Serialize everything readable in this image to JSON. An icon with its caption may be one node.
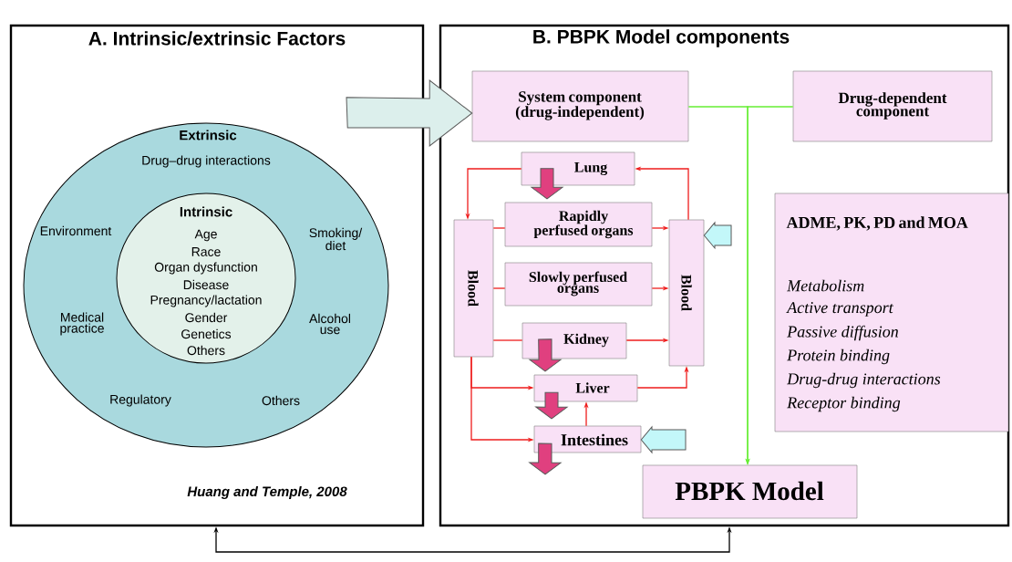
{
  "diagram": {
    "nodes": [
      {
        "text": [
          "A. Intrinsic/extrinsic Factors",
          "Huang and Temple, 2008"
        ]
      },
      {
        "text": [
          "Extrinsic",
          "Drug–drug interactions",
          "Environment",
          "Smoking/ diet",
          "Medical practice",
          "Alcohol use",
          "Regulatory",
          "Others"
        ],
        "in": 0
      },
      {
        "text": [
          "Intrinsic",
          "Age",
          "Race",
          "Organ dysfunction",
          "Disease",
          "Pregnancy/lactation",
          "Gender",
          "Genetics",
          "Others"
        ],
        "in": 1
      },
      {
        "text": [
          "B. PBPK Model components"
        ]
      },
      {
        "text": [
          "System component (drug-independent)"
        ],
        "in": 3
      },
      {
        "text": [
          "Drug-dependent component"
        ],
        "in": 3
      },
      {
        "text": [
          "Lung"
        ],
        "in": 3
      },
      {
        "text": [
          "Blood"
        ],
        "in": 3
      },
      {
        "text": [
          "Rapidly perfused organs"
        ],
        "in": 3
      },
      {
        "text": [
          "Slowly perfused organs"
        ],
        "in": 3
      },
      {
        "text": [
          "Kidney"
        ],
        "in": 3
      },
      {
        "text": [
          "Blood"
        ],
        "in": 3
      },
      {
        "text": [
          "Liver"
        ],
        "in": 3
      },
      {
        "text": [
          "Intestines"
        ],
        "in": 3
      },
      {
        "text": [
          "ADME, PK, PD and MOA",
          "Metabolism",
          "Active transport",
          "Passive diffusion",
          "Protein binding",
          "Drug-drug interactions",
          "Receptor binding"
        ],
        "in": 3
      },
      {
        "text": [
          "PBPK Model"
        ],
        "in": 3
      }
    ],
    "edges": [
      {
        "from": 0,
        "to": 4,
        "arrow": "to",
        "style": "thick",
        "color": "#dcefec"
      },
      {
        "from": 4,
        "to": 15,
        "arrow": "to",
        "color": "#66ee33"
      },
      {
        "from": 5,
        "to": 15,
        "arrow": "to",
        "color": "#66ee33"
      },
      {
        "from": 6,
        "to": 7,
        "arrow": "to"
      },
      {
        "from": 11,
        "to": 6,
        "arrow": "to"
      },
      {
        "from": 7,
        "to": 8,
        "arrow": "none"
      },
      {
        "from": 8,
        "to": 11,
        "arrow": "to"
      },
      {
        "from": 7,
        "to": 9,
        "arrow": "none"
      },
      {
        "from": 9,
        "to": 11,
        "arrow": "to"
      },
      {
        "from": 7,
        "to": 10,
        "arrow": "none"
      },
      {
        "from": 10,
        "to": 11,
        "arrow": "to"
      },
      {
        "from": 7,
        "to": 12,
        "arrow": "to"
      },
      {
        "from": 7,
        "to": 13,
        "arrow": "to"
      },
      {
        "from": 12,
        "to": 11,
        "arrow": "to"
      },
      {
        "from": 13,
        "to": 12,
        "arrow": "to"
      },
      {
        "from": 6,
        "to": null,
        "arrow": "to",
        "style": "thick",
        "color": "#e0407f"
      },
      {
        "from": 10,
        "to": null,
        "arrow": "to",
        "style": "thick",
        "color": "#e0407f"
      },
      {
        "from": 12,
        "to": null,
        "arrow": "to",
        "style": "thick",
        "color": "#e0407f"
      },
      {
        "from": 13,
        "to": null,
        "arrow": "to",
        "style": "thick",
        "color": "#e0407f"
      },
      {
        "from": null,
        "to": 11,
        "arrow": "to",
        "style": "thick",
        "color": "#c3f7f9"
      },
      {
        "from": null,
        "to": 13,
        "arrow": "to",
        "style": "thick",
        "color": "#c3f7f9"
      },
      {
        "from": 0,
        "to": 3,
        "arrow": "both",
        "color": "#000000"
      }
    ]
  }
}
